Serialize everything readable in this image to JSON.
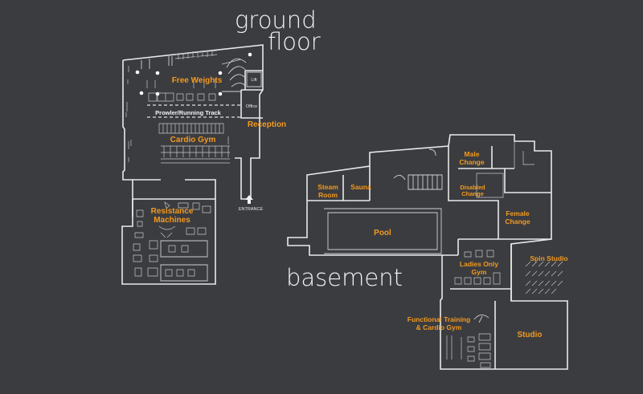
{
  "floors": {
    "ground_title_line1": "ground",
    "ground_title_line2": "floor",
    "basement_title": "basement"
  },
  "ground": {
    "free_weights": "Free Weights",
    "prowler_track": "Prowler/Running Track",
    "cardio_gym": "Cardio Gym",
    "reception": "Reception",
    "office": "Office",
    "lift": "Lift",
    "entrance": "ENTRANCE",
    "resistance_line1": "Resistance",
    "resistance_line2": "Machines"
  },
  "basement": {
    "steam_line1": "Steam",
    "steam_line2": "Room",
    "sauna": "Sauna",
    "male_line1": "Male",
    "male_line2": "Change",
    "disabled_line1": "Disabled",
    "disabled_line2": "Change",
    "female_line1": "Female",
    "female_line2": "Change",
    "pool": "Pool",
    "ladies_line1": "Ladies Only",
    "ladies_line2": "Gym",
    "spin_studio": "Spin Studio",
    "functional_line1": "Functional Training",
    "functional_line2": "& Cardio Gym",
    "studio": "Studio"
  },
  "colors": {
    "background": "#3b3c40",
    "label": "#f39a1e",
    "lines": "#e9e9ea"
  }
}
